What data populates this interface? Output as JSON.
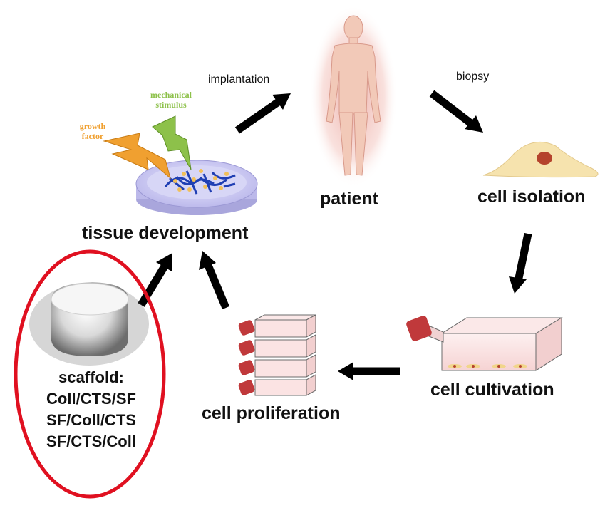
{
  "diagram": {
    "nodes": {
      "patient": "patient",
      "cell_isolation": "cell isolation",
      "cell_cultivation": "cell cultivation",
      "cell_proliferation": "cell proliferation",
      "tissue_development": "tissue development"
    },
    "edge_labels": {
      "implantation": "implantation",
      "biopsy": "biopsy"
    },
    "stimuli": {
      "growth_factor": [
        "growth",
        "factor"
      ],
      "mechanical_stimulus": [
        "mechanical",
        "stimulus"
      ]
    },
    "scaffold": {
      "title": "scaffold:",
      "compositions": [
        "Coll/CTS/SF",
        "SF/Coll/CTS",
        "SF/CTS/Coll"
      ]
    },
    "colors": {
      "highlight_ellipse": "#e01020",
      "growth_factor": "#f0a030",
      "mechanical_stimulus": "#8dc14a",
      "arrow": "#000000",
      "flask_cap": "#c0393b",
      "flask_body": "#fbe3e3",
      "cell_body": "#f6e3ae",
      "cell_nucleus": "#b5432c",
      "patient_body": "#f2c9b8",
      "dish": "#c8c6ef"
    }
  }
}
